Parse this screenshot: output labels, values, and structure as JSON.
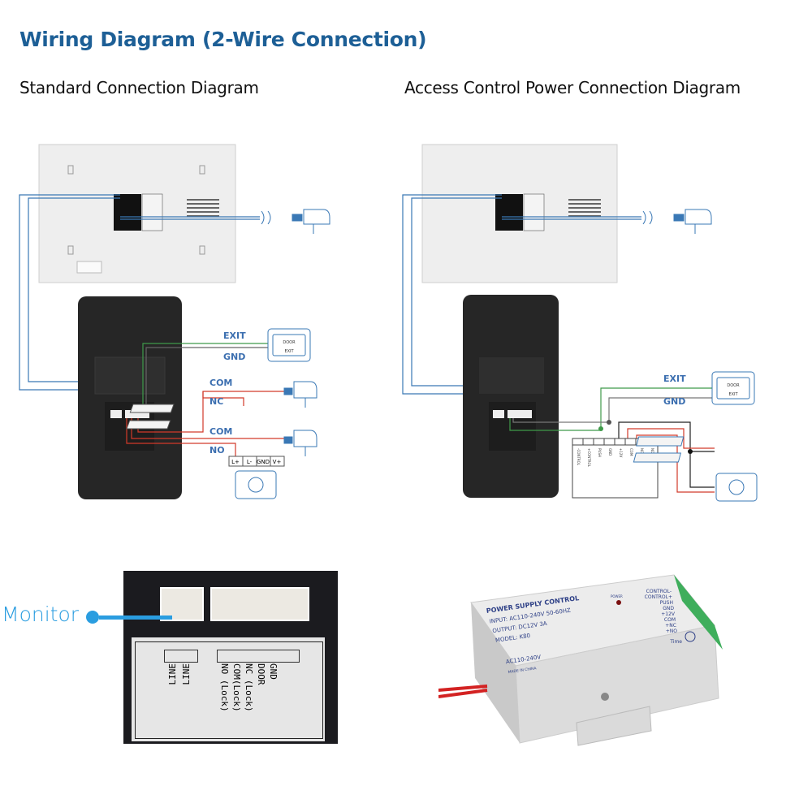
{
  "title": "Wiring Diagram (2-Wire Connection)",
  "left": {
    "heading": "Standard Connection Diagram",
    "labels": {
      "exit": "EXIT",
      "gnd": "GND",
      "com1": "COM",
      "nc": "NC",
      "com2": "COM",
      "no": "NO"
    },
    "exit_button": {
      "line1": "DOOR",
      "line2": "EXIT"
    },
    "lock_terminals": [
      "L+",
      "L-",
      "GND",
      "V+"
    ]
  },
  "right": {
    "heading": "Access Control Power Connection Diagram",
    "labels": {
      "exit": "EXIT",
      "gnd": "GND"
    },
    "exit_button": {
      "line1": "DOOR",
      "line2": "EXIT"
    },
    "psu_terminals": [
      "-CONTROL",
      "+CONTROL",
      "PUSH",
      "GND",
      "+12V",
      "COM",
      "NC",
      "NO"
    ]
  },
  "bottom_left": {
    "callout": "Monitor",
    "line_pins": [
      "LINE",
      "LINE"
    ],
    "door_pins": [
      "GND",
      "DOOR",
      "NC  (Lock)",
      "COM(Lock)",
      "NO  (Lock)"
    ]
  },
  "bottom_right": {
    "title": "POWER SUPPLY CONTROL",
    "input": "INPUT: AC110-240V  50-60HZ",
    "output": "OUTPUT: DC12V  3A",
    "model": "MODEL: K80",
    "ac": "AC110-240V",
    "made": "MADE IN CHINA",
    "power": "POWER",
    "terminals": [
      "CONTROL-",
      "CONTROL+",
      "PUSH",
      "GND",
      "+12V",
      "COM",
      "+NC",
      "+NO"
    ],
    "time": "Time"
  },
  "colors": {
    "title": "#1d5f96",
    "wire_blue": "#3a78b5",
    "wire_green": "#3f9a4a",
    "wire_red": "#d23a2a",
    "callout": "#2a9de0"
  }
}
